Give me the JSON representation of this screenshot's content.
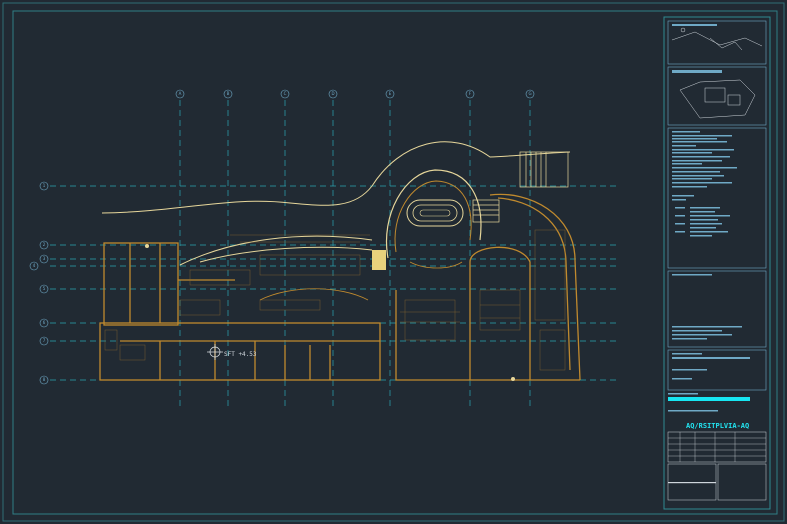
{
  "drawing": {
    "level_annotation": "SFT +4.53",
    "drawing_code": "AQ/RSITPLVIA-AQ"
  },
  "grid": {
    "columns": [
      "A",
      "B",
      "C",
      "D",
      "E",
      "F",
      "G"
    ],
    "rows": [
      "1",
      "2",
      "3",
      "4",
      "5",
      "6",
      "7",
      "8"
    ]
  },
  "colors": {
    "background": "#212a33",
    "frame": "#2f7f86",
    "grid_line": "#2aa5b3",
    "wall": "#c08a2e",
    "curve": "#e7d79b",
    "highlight": "#e9d27c",
    "title_block_accent": "#17e6f2"
  }
}
